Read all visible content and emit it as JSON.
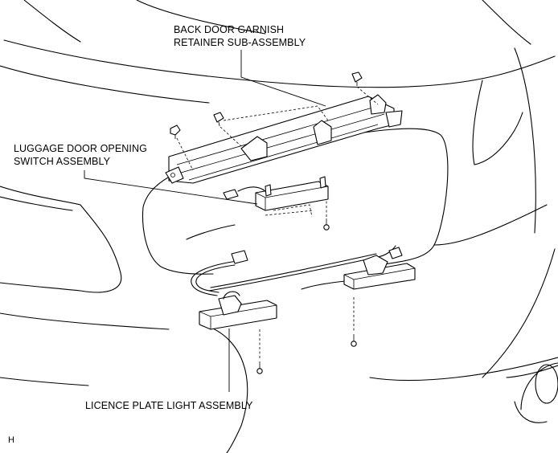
{
  "labels": {
    "back_door_garnish_line1": "BACK DOOR GARNISH",
    "back_door_garnish_line2": "RETAINER SUB-ASSEMBLY",
    "luggage_switch_line1": "LUGGAGE DOOR OPENING",
    "luggage_switch_line2": "SWITCH ASSEMBLY",
    "licence_plate_light": "LICENCE PLATE LIGHT ASSEMBLY",
    "corner_code": "H"
  }
}
